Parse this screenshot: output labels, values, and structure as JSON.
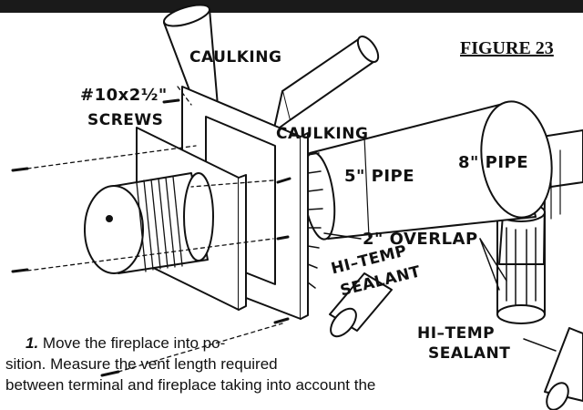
{
  "figure": {
    "title": "FIGURE 23"
  },
  "labels": {
    "caulking_top": "CAULKING",
    "screw_spec": "#10x2½\"",
    "screws": "SCREWS",
    "caulking_mid": "CAULKING",
    "five_inch_pipe": "5\" PIPE",
    "eight_inch_pipe": "8\" PIPE",
    "overlap": "2\" OVERLAP",
    "hitemp_left_line1": "HI–TEMP",
    "hitemp_left_line2": "SEALANT",
    "hitemp_right_line1": "HI–TEMP",
    "hitemp_right_line2": "SEALANT"
  },
  "instructions": {
    "step_number": "1.",
    "line1": "Move the fireplace into po-",
    "line2": "sition. Measure the vent length required",
    "line3": "between terminal and fireplace taking into account the"
  },
  "colors": {
    "ink": "#111111",
    "bar": "#1a1a1a",
    "background": "#ffffff"
  }
}
